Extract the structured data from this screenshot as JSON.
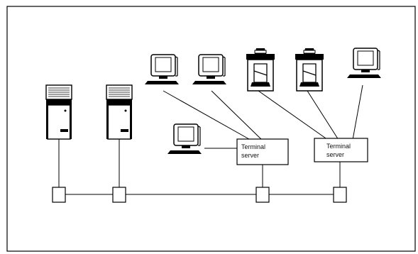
{
  "diagram": {
    "terminal_server_1": {
      "label_line1": "Terminal",
      "label_line2": "server"
    },
    "terminal_server_2": {
      "label_line1": "Terminal",
      "label_line2": "server"
    }
  }
}
